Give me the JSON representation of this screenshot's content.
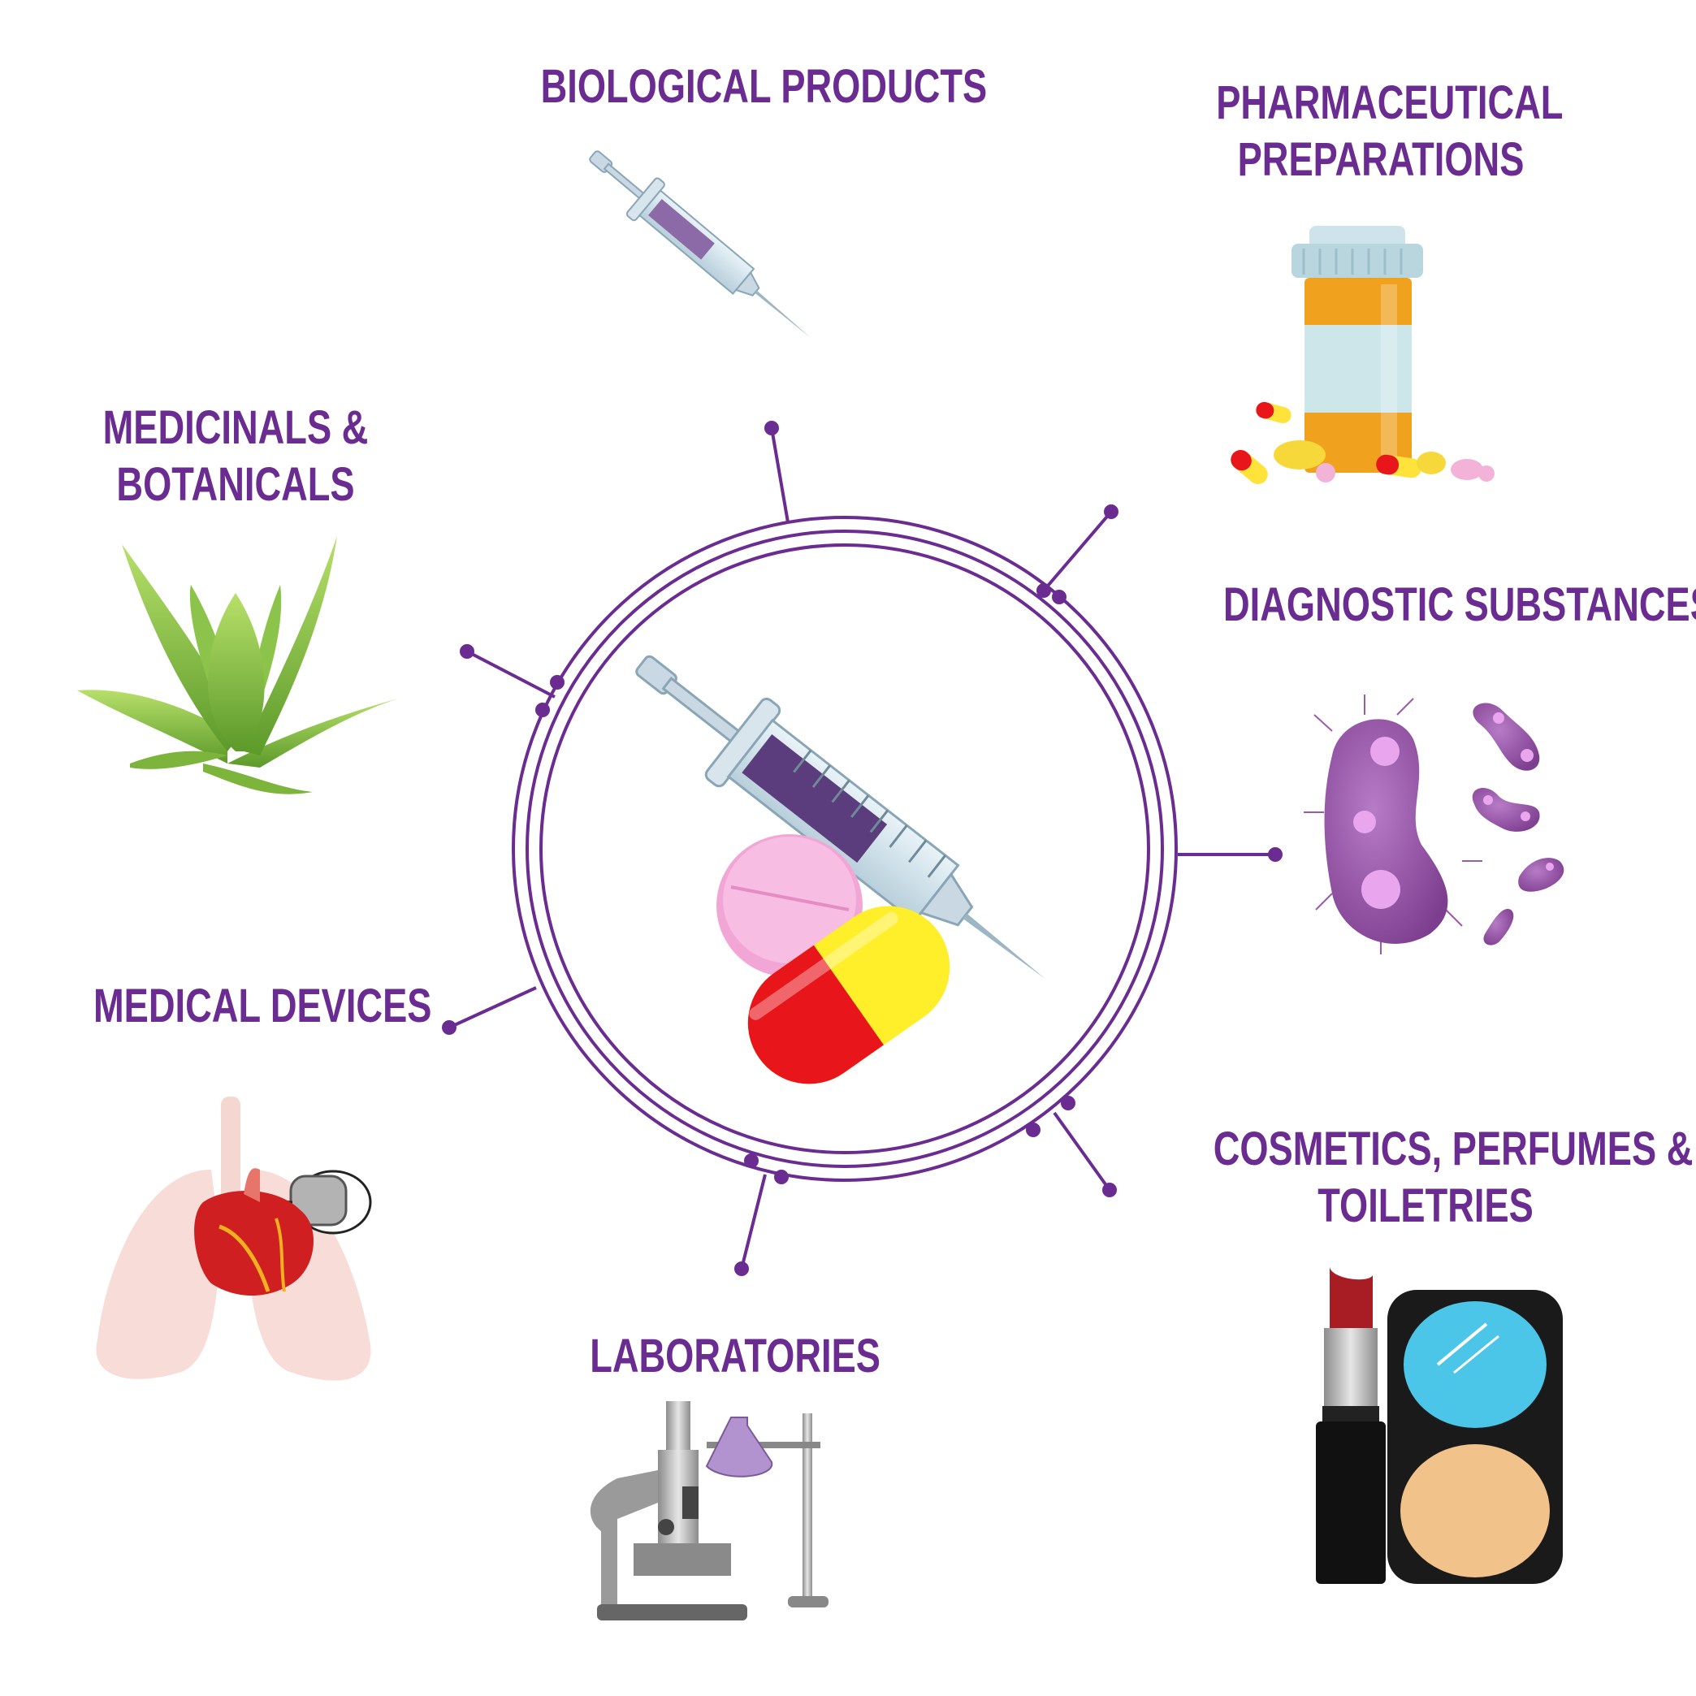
{
  "colors": {
    "accent": "#6a2c91",
    "background": "#ffffff"
  },
  "center": {
    "icon": "syringe-pill-capsule-icon"
  },
  "categories": [
    {
      "id": "biological",
      "lines": [
        "BIOLOGICAL PRODUCTS"
      ],
      "icon": "syringe-icon"
    },
    {
      "id": "pharmaceutical",
      "lines": [
        "PHARMACEUTICAL",
        "PREPARATIONS"
      ],
      "icon": "pill-bottle-icon"
    },
    {
      "id": "medicinals",
      "lines": [
        "MEDICINALS &",
        "BOTANICALS"
      ],
      "icon": "aloe-plant-icon"
    },
    {
      "id": "diagnostic",
      "lines": [
        "DIAGNOSTIC SUBSTANCES"
      ],
      "icon": "bacteria-icon"
    },
    {
      "id": "devices",
      "lines": [
        "MEDICAL DEVICES"
      ],
      "icon": "pacemaker-heart-lungs-icon"
    },
    {
      "id": "cosmetics",
      "lines": [
        "COSMETICS, PERFUMES &",
        "TOILETRIES"
      ],
      "icon": "lipstick-compact-icon"
    },
    {
      "id": "laboratories",
      "lines": [
        "LABORATORIES"
      ],
      "icon": "microscope-flask-icon"
    }
  ]
}
